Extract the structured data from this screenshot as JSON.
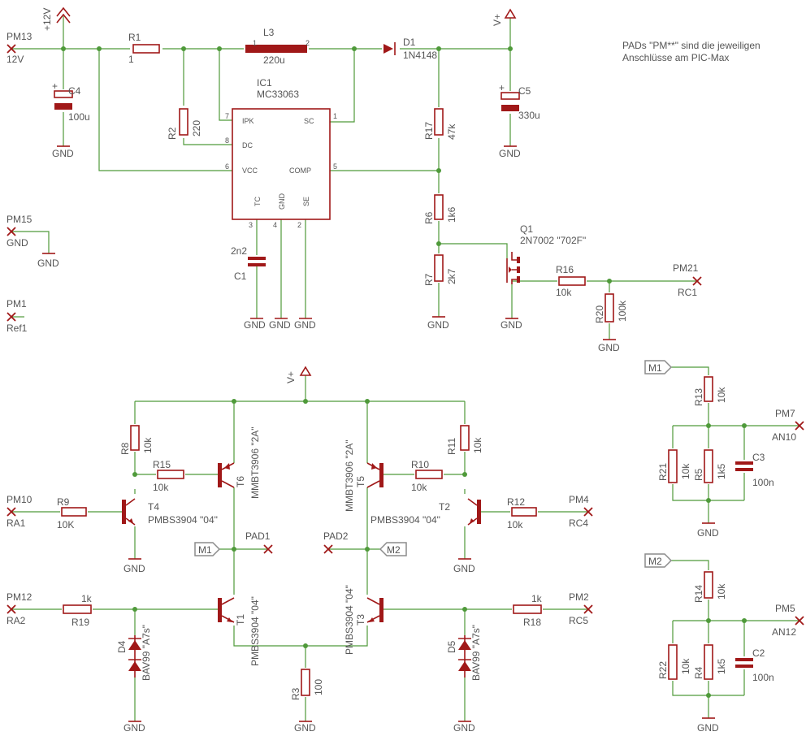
{
  "note": {
    "line1": "PADs \"PM**\" sind die jeweiligen",
    "line2": "Anschlüsse am PIC-Max"
  },
  "pads": [
    {
      "name": "PM13",
      "net": "12V"
    },
    {
      "name": "PM15",
      "net": "GND"
    },
    {
      "name": "PM1",
      "net": "Ref1"
    },
    {
      "name": "PM21",
      "net": "RC1"
    },
    {
      "name": "PM7",
      "net": "AN10"
    },
    {
      "name": "PM5",
      "net": "AN12"
    },
    {
      "name": "PM10",
      "net": "RA1"
    },
    {
      "name": "PM4",
      "net": "RC4"
    },
    {
      "name": "PM12",
      "net": "RA2"
    },
    {
      "name": "PM2",
      "net": "RC5"
    },
    {
      "name": "PAD1",
      "net": ""
    },
    {
      "name": "PAD2",
      "net": ""
    }
  ],
  "supplies": {
    "p12": "+12V",
    "vplus": "V+",
    "gnd": "GND"
  },
  "net_labels": {
    "m1": "M1",
    "m2": "M2"
  },
  "parts": {
    "R1": {
      "name": "R1",
      "value": "1"
    },
    "R2": {
      "name": "R2",
      "value": "220"
    },
    "R3": {
      "name": "R3",
      "value": "100"
    },
    "R4": {
      "name": "R4",
      "value": "1k5"
    },
    "R5": {
      "name": "R5",
      "value": "1k5"
    },
    "R6": {
      "name": "R6",
      "value": "1k6"
    },
    "R7": {
      "name": "R7",
      "value": "2k7"
    },
    "R8": {
      "name": "R8",
      "value": "10k"
    },
    "R9": {
      "name": "R9",
      "value": "10K"
    },
    "R10": {
      "name": "R10",
      "value": "10k"
    },
    "R11": {
      "name": "R11",
      "value": "10k"
    },
    "R12": {
      "name": "R12",
      "value": "10k"
    },
    "R13": {
      "name": "R13",
      "value": "10k"
    },
    "R14": {
      "name": "R14",
      "value": "10k"
    },
    "R15": {
      "name": "R15",
      "value": "10k"
    },
    "R16": {
      "name": "R16",
      "value": "10k"
    },
    "R17": {
      "name": "R17",
      "value": "47k"
    },
    "R18": {
      "name": "R18",
      "value": "1k"
    },
    "R19": {
      "name": "R19",
      "value": "1k"
    },
    "R20": {
      "name": "R20",
      "value": "100k"
    },
    "R21": {
      "name": "R21",
      "value": "10k"
    },
    "R22": {
      "name": "R22",
      "value": "10k"
    },
    "C1": {
      "name": "C1",
      "value": "2n2"
    },
    "C2": {
      "name": "C2",
      "value": "100n"
    },
    "C3": {
      "name": "C3",
      "value": "100n"
    },
    "C4": {
      "name": "C4",
      "value": "100u"
    },
    "C5": {
      "name": "C5",
      "value": "330u"
    },
    "L3": {
      "name": "L3",
      "value": "220u"
    },
    "D1": {
      "name": "D1",
      "value": "1N4148"
    },
    "D4": {
      "name": "D4",
      "value": "BAV99 \"A7s\""
    },
    "D5": {
      "name": "D5",
      "value": "BAV99 \"A7s\""
    },
    "Q1": {
      "name": "Q1",
      "value": "2N7002 \"702F\""
    },
    "T1": {
      "name": "T1",
      "value": "PMBS3904 \"04\""
    },
    "T2": {
      "name": "T2",
      "value": "PMBS3904 \"04\""
    },
    "T3": {
      "name": "T3",
      "value": "PMBS3904 \"04\""
    },
    "T4": {
      "name": "T4",
      "value": "PMBS3904 \"04\""
    },
    "T5": {
      "name": "T5",
      "value": "MMBT3906 \"2A\""
    },
    "T6": {
      "name": "T6",
      "value": "MMBT3906 \"2A\""
    },
    "IC1": {
      "name": "IC1",
      "value": "MC33063"
    }
  },
  "ic1_pins": {
    "ipk": "IPK",
    "dc": "DC",
    "vcc": "VCC",
    "sc": "SC",
    "comp": "COMP",
    "tc": "TC",
    "gnd": "GND",
    "se": "SE",
    "n7": "7",
    "n8": "8",
    "n6": "6",
    "n1": "1",
    "n5": "5",
    "n3": "3",
    "n4": "4",
    "n2": "2"
  },
  "l3_pins": {
    "p1": "1",
    "p2": "2"
  }
}
